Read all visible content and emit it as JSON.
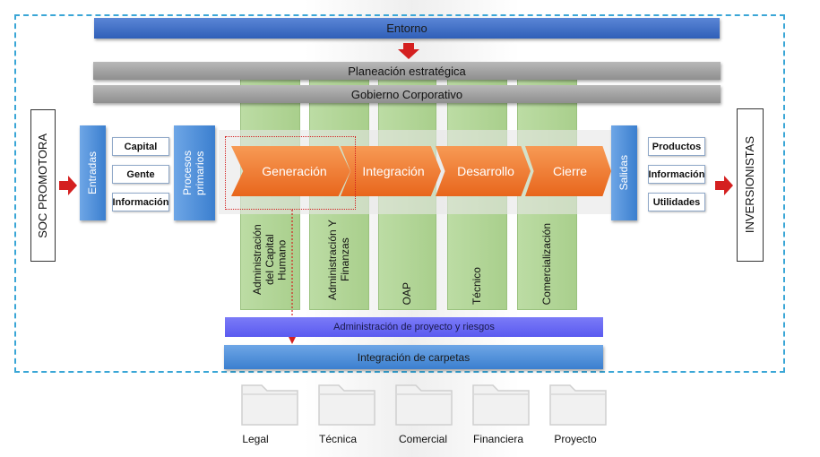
{
  "top": {
    "entorno": "Entorno",
    "planeacion": "Planeación estratégica",
    "gobierno": "Gobierno Corporativo"
  },
  "left": {
    "soc_promotora": "SOC PROMOTORA",
    "entradas": "Entradas",
    "inputs": [
      "Capital",
      "Gente",
      "Información"
    ],
    "procesos": "Procesos primarios"
  },
  "phases": [
    "Generación",
    "Integración",
    "Desarrollo",
    "Cierre"
  ],
  "columns": [
    "Administración del Capital Humano",
    "Administración Y Finanzas",
    "OAP",
    "Técnico",
    "Comercialización"
  ],
  "right": {
    "salidas": "Salidas",
    "outputs": [
      "Productos",
      "Información",
      "Utilidades"
    ],
    "inversionistas": "INVERSIONISTAS"
  },
  "bottom": {
    "admin_proyecto": "Administración de proyecto y riesgos",
    "integracion_carpetas": "Integración de carpetas"
  },
  "folders": [
    "Legal",
    "Técnica",
    "Comercial",
    "Financiera",
    "Proyecto"
  ],
  "colors": {
    "frame": "#3aa6d6",
    "blue_bar": "#2f5fb8",
    "gray_bar": "#999999",
    "green_column": "#b3d698",
    "orange_chevron": "#ee7a2e",
    "purple_bar": "#6666f2",
    "red_arrow": "#d42020"
  },
  "icons": {
    "arrow": "red-arrow-icon",
    "folder": "folder-icon"
  }
}
